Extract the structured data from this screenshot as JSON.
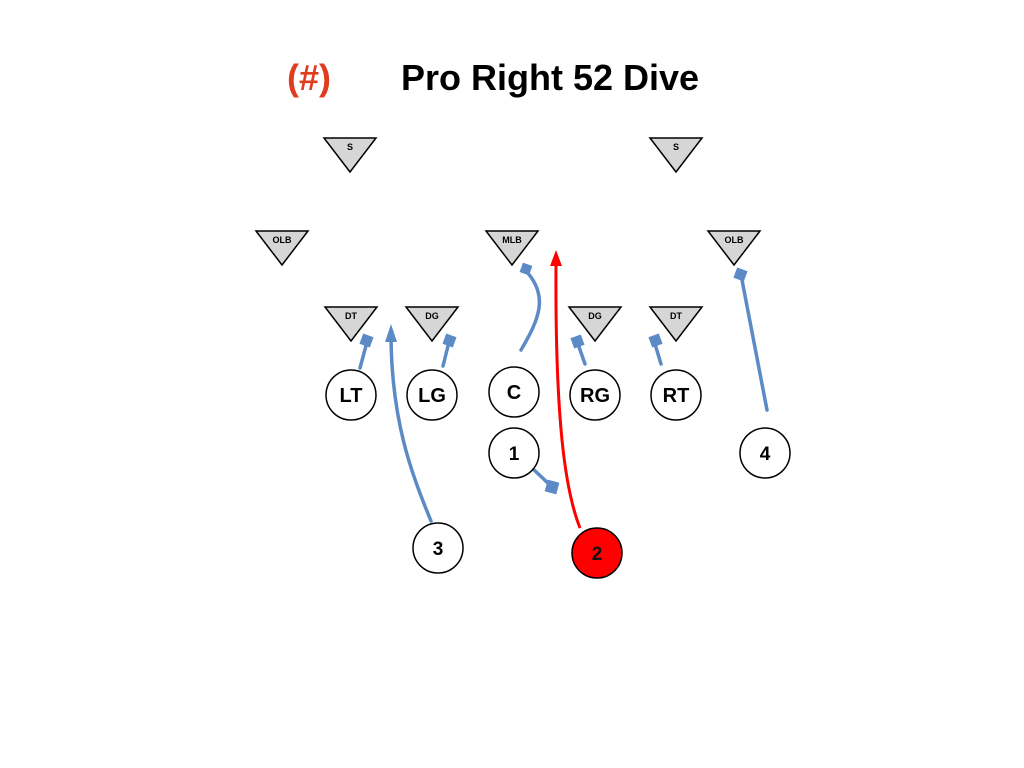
{
  "title": {
    "number": "(#)",
    "play_name": "Pro Right 52 Dive"
  },
  "defense": {
    "safety_left": "S",
    "safety_right": "S",
    "olb_left": "OLB",
    "mlb": "MLB",
    "olb_right": "OLB",
    "dt_left": "DT",
    "dg_left": "DG",
    "dg_right": "DG",
    "dt_right": "DT"
  },
  "offense": {
    "lt": "LT",
    "lg": "LG",
    "center": "C",
    "rg": "RG",
    "rt": "RT",
    "back_1": "1",
    "back_2": "2",
    "back_3": "3",
    "back_4": "4"
  },
  "colors": {
    "title_number": "#e03c1f",
    "title_text": "#000000",
    "defender_fill": "#d6d6d6",
    "block_route": "#5b8ac6",
    "ball_route": "#ff0000",
    "ball_carrier": "#ff0000"
  }
}
